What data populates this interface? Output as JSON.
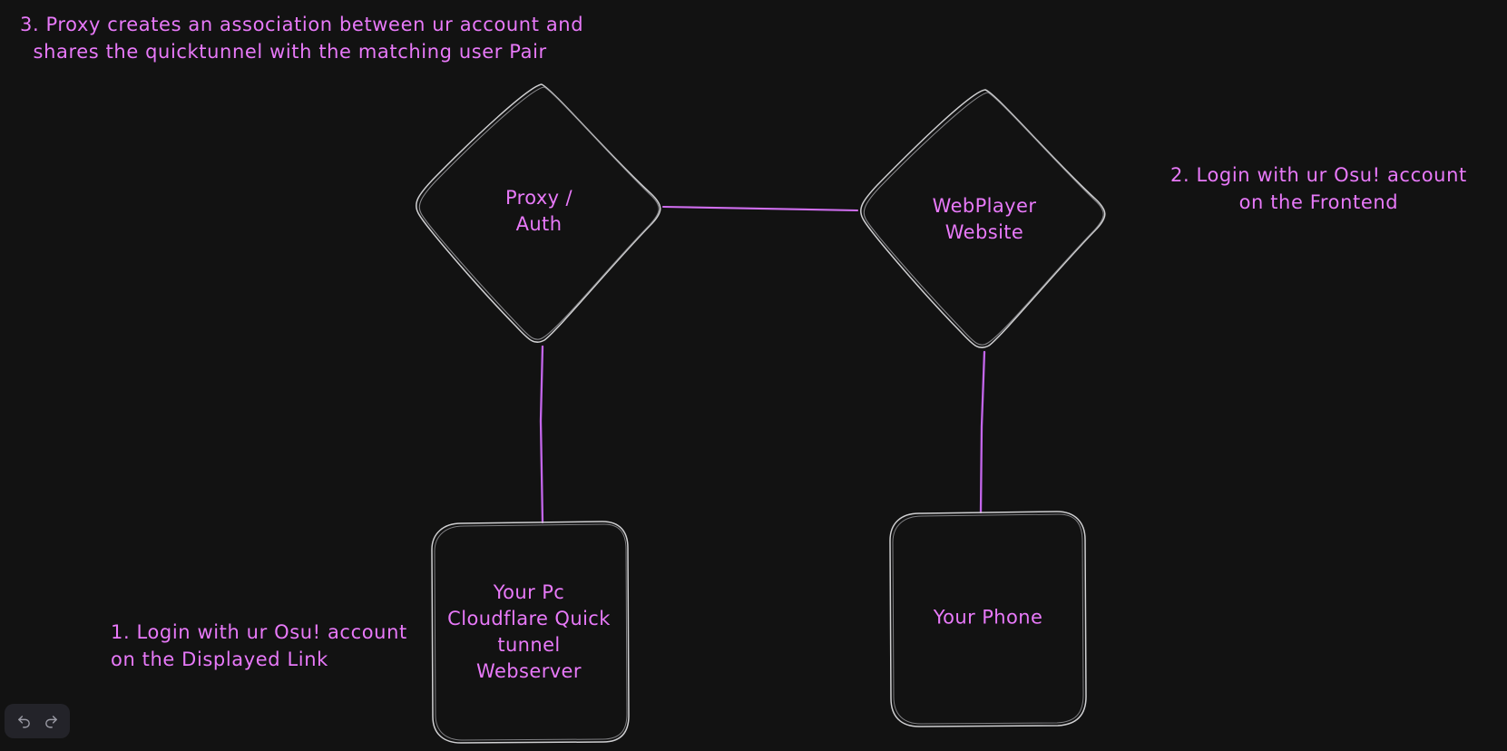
{
  "canvas": {
    "background_color": "#121212",
    "stroke_color": "#ced4da",
    "accent_color": "#e879f9"
  },
  "annotations": [
    {
      "id": "ann-3",
      "number": "3.",
      "line1": "3. Proxy creates an association between ur account and",
      "line2": "  shares the quicktunnel with the matching user Pair",
      "text": "3. Proxy creates an association between ur account and\n  shares the quicktunnel with the matching user Pair",
      "align": "left"
    },
    {
      "id": "ann-2",
      "number": "2.",
      "line1": "2. Login with ur Osu! account",
      "line2": "on the Frontend",
      "text": "2. Login with ur Osu! account\non the Frontend",
      "align": "center"
    },
    {
      "id": "ann-1",
      "number": "1.",
      "line1": "1. Login with ur Osu! account",
      "line2": "on the Displayed Link",
      "text": "1. Login with ur Osu! account\non the Displayed Link",
      "align": "left"
    }
  ],
  "nodes": [
    {
      "id": "proxy-auth",
      "shape": "diamond",
      "label": "Proxy /\nAuth",
      "line1": "Proxy /",
      "line2": "Auth"
    },
    {
      "id": "webplayer-website",
      "shape": "diamond",
      "label": "WebPlayer\nWebsite",
      "line1": "WebPlayer",
      "line2": "Website"
    },
    {
      "id": "your-pc",
      "shape": "rectangle",
      "label": "Your Pc\nCloudflare Quick\ntunnel\nWebserver",
      "line1": "Your Pc",
      "line2": "Cloudflare Quick",
      "line3": "tunnel",
      "line4": "Webserver"
    },
    {
      "id": "your-phone",
      "shape": "rectangle",
      "label": "Your Phone",
      "line1": "Your Phone"
    }
  ],
  "connectors": [
    {
      "id": "proxy-to-webplayer",
      "from": "proxy-auth",
      "to": "webplayer-website",
      "orientation": "horizontal"
    },
    {
      "id": "proxy-to-pc",
      "from": "proxy-auth",
      "to": "your-pc",
      "orientation": "vertical"
    },
    {
      "id": "webplayer-to-phone",
      "from": "webplayer-website",
      "to": "your-phone",
      "orientation": "vertical"
    }
  ],
  "toolbar": {
    "undo_label": "Undo",
    "redo_label": "Redo",
    "undo_icon": "undo-arrow-icon",
    "redo_icon": "redo-arrow-icon"
  }
}
